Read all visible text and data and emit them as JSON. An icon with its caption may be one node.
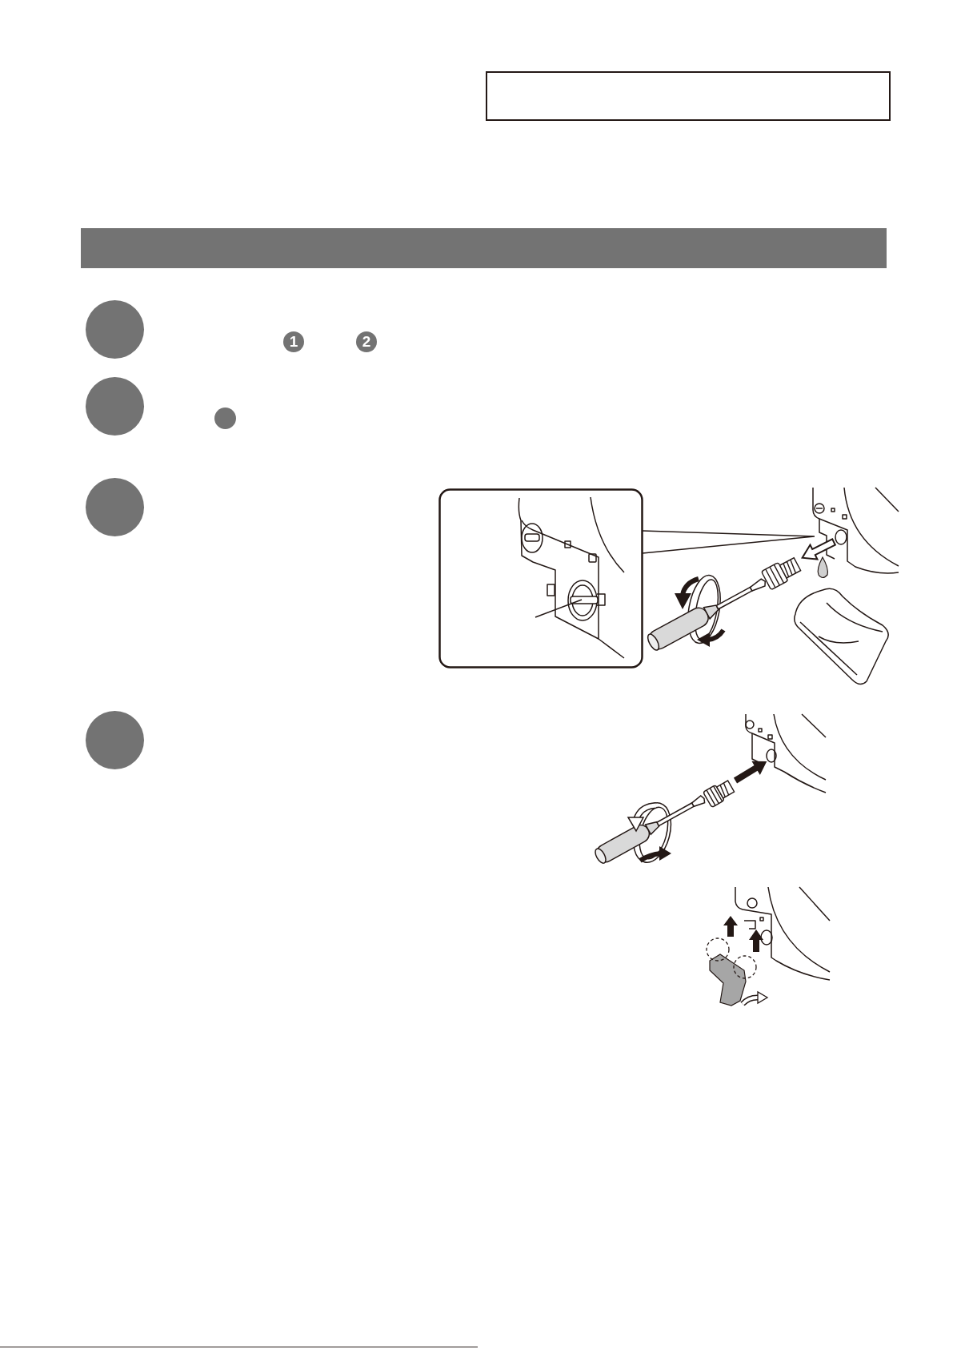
{
  "diagram": {
    "nodes": [
      {
        "text": [],
        "shape": "box"
      },
      {
        "text": [],
        "shape": "bar"
      },
      {
        "text": [],
        "shape": "circle"
      },
      {
        "text": [
          "1"
        ]
      },
      {
        "text": [
          "2"
        ]
      },
      {
        "text": [],
        "shape": "circle"
      },
      {
        "text": [],
        "shape": "circle"
      },
      {
        "text": [],
        "shape": "circle"
      },
      {
        "text": [],
        "shape": "circle"
      }
    ]
  }
}
